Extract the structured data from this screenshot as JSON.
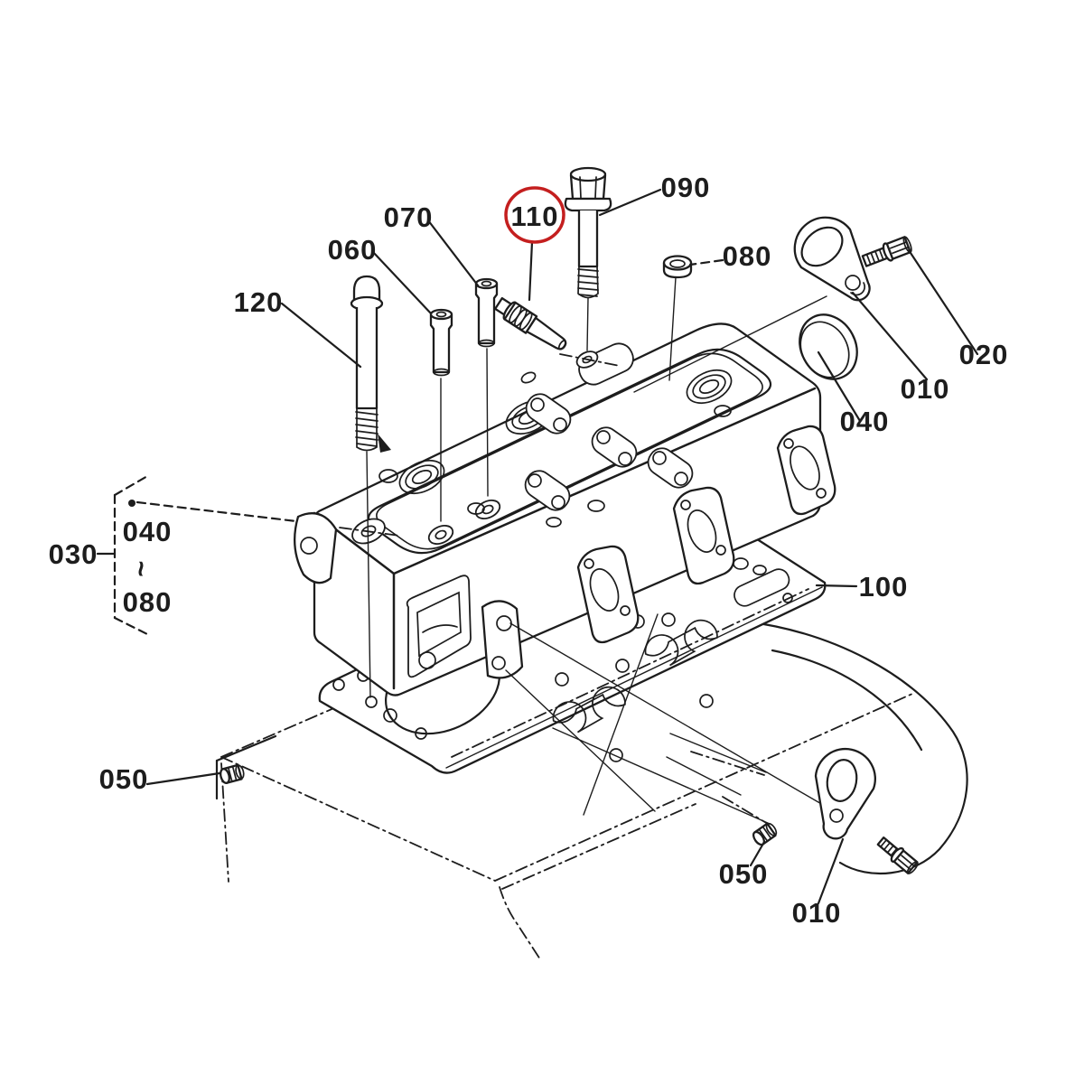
{
  "diagram": {
    "type": "exploded-parts-diagram",
    "subject": "engine cylinder head assembly with head gasket and cylinder block",
    "background_color": "#ffffff",
    "line_color": "#1d1d1d",
    "highlight": {
      "part_number": "110",
      "color": "#c41f1f",
      "shape": "circle"
    },
    "labels": {
      "l120": "120",
      "l060": "060",
      "l070": "070",
      "l110": "110",
      "l090": "090",
      "l080": "080",
      "l020": "020",
      "l010_top": "010",
      "l040_top": "040",
      "l030": "030",
      "l030_range_from": "040",
      "l030_range_tilde": "~",
      "l030_range_to": "080",
      "l100": "100",
      "l050_left": "050",
      "l050_bottom": "050",
      "l010_bottom": "010"
    }
  }
}
